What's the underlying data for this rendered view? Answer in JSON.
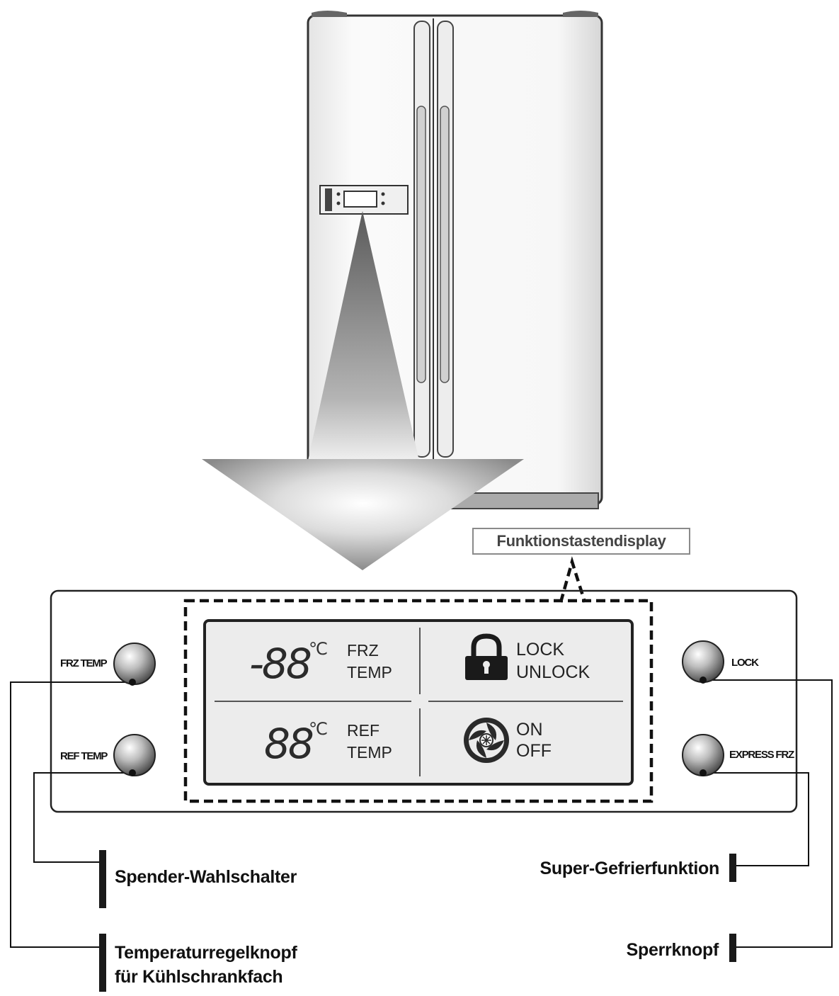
{
  "callout": {
    "title": "Funktionstastendisplay"
  },
  "buttons": {
    "frz_temp": "FRZ TEMP",
    "ref_temp": "REF TEMP",
    "lock": "LOCK",
    "express_frz": "EXPRESS FRZ"
  },
  "display": {
    "frz_digits": "-88",
    "ref_digits": "88",
    "deg_unit": "℃",
    "frz_line1": "FRZ",
    "frz_line2": "TEMP",
    "ref_line1": "REF",
    "ref_line2": "TEMP",
    "lock_line1": "LOCK",
    "lock_line2": "UNLOCK",
    "power_line1": "ON",
    "power_line2": "OFF"
  },
  "labels": {
    "dispenser": "Spender-Wahlschalter",
    "temp_line1": "Temperaturregelknopf",
    "temp_line2": "für Kühlschrankfach",
    "super_freeze": "Super-Gefrierfunktion",
    "lock_button": "Sperrknopf"
  },
  "icons": [
    "padlock-icon",
    "fan-icon",
    "knob-icon"
  ]
}
